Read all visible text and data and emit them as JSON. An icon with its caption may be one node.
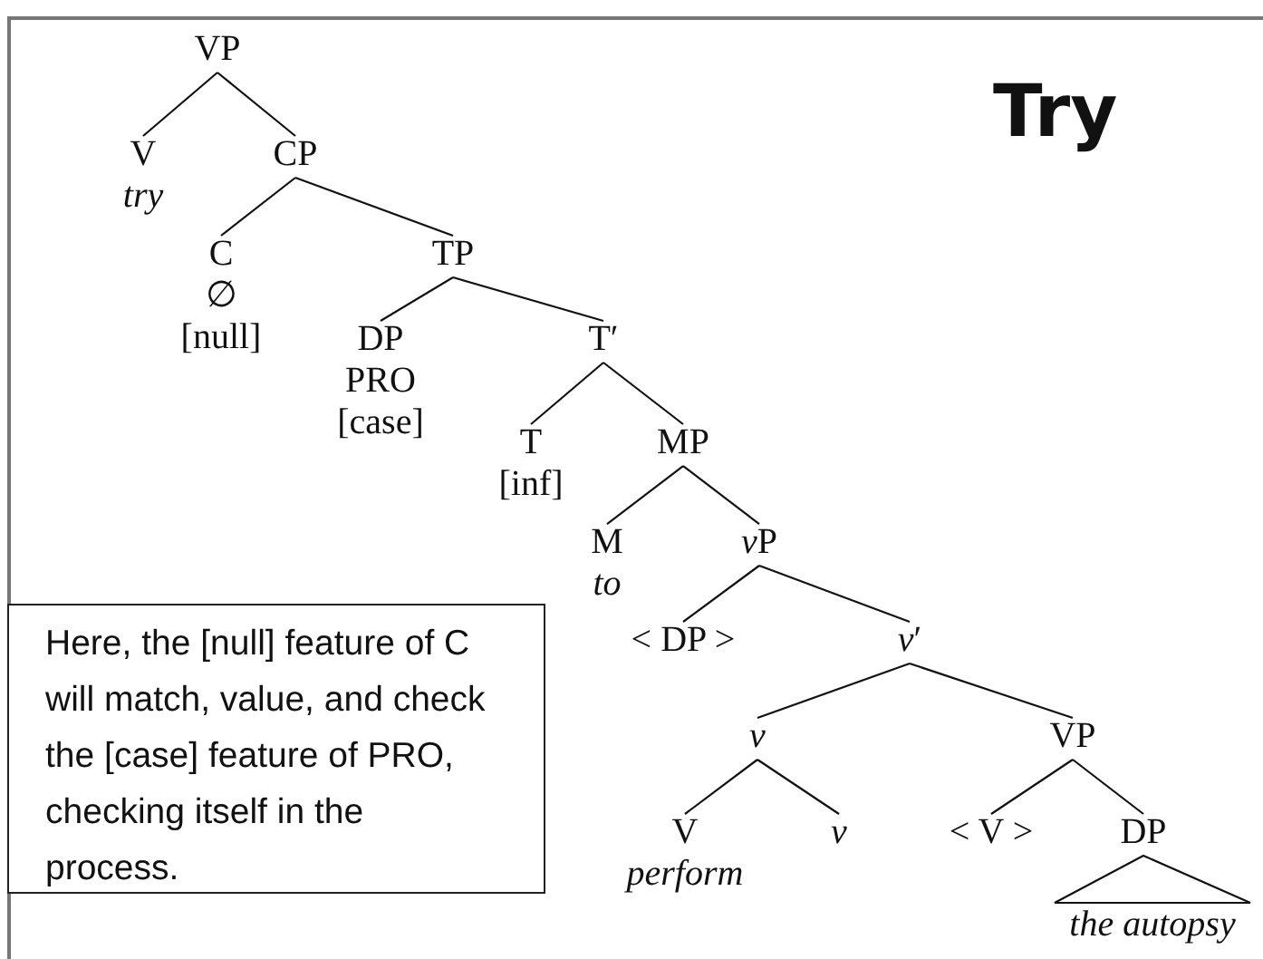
{
  "diagram": {
    "title": "Try",
    "nodes": [
      {
        "text": [
          "VP"
        ]
      },
      {
        "text": [
          "V",
          "try"
        ]
      },
      {
        "text": [
          "CP"
        ]
      },
      {
        "text": [
          "C",
          "∅",
          "[null]"
        ]
      },
      {
        "text": [
          "TP"
        ]
      },
      {
        "text": [
          "DP",
          "PRO",
          "[case]"
        ]
      },
      {
        "text": [
          "T′"
        ]
      },
      {
        "text": [
          "T",
          "[inf]"
        ]
      },
      {
        "text": [
          "MP"
        ]
      },
      {
        "text": [
          "M",
          "to"
        ]
      },
      {
        "text": [
          "vP"
        ]
      },
      {
        "text": [
          "< DP >"
        ]
      },
      {
        "text": [
          "v′"
        ]
      },
      {
        "text": [
          "v"
        ]
      },
      {
        "text": [
          "VP"
        ]
      },
      {
        "text": [
          "V",
          "perform"
        ]
      },
      {
        "text": [
          "v"
        ]
      },
      {
        "text": [
          "< V >"
        ]
      },
      {
        "text": [
          "DP"
        ]
      },
      {
        "text": [
          "the autopsy"
        ]
      },
      {
        "text": [
          "Here, the [null] feature of C will match, value, and check the [case] feature of PRO, checking itself in the process."
        ]
      }
    ],
    "edges": [
      {
        "from": 0,
        "to": 1,
        "arrow": "none"
      },
      {
        "from": 0,
        "to": 2,
        "arrow": "none"
      },
      {
        "from": 2,
        "to": 3,
        "arrow": "none"
      },
      {
        "from": 2,
        "to": 4,
        "arrow": "none"
      },
      {
        "from": 4,
        "to": 5,
        "arrow": "none"
      },
      {
        "from": 4,
        "to": 6,
        "arrow": "none"
      },
      {
        "from": 6,
        "to": 7,
        "arrow": "none"
      },
      {
        "from": 6,
        "to": 8,
        "arrow": "none"
      },
      {
        "from": 8,
        "to": 9,
        "arrow": "none"
      },
      {
        "from": 8,
        "to": 10,
        "arrow": "none"
      },
      {
        "from": 10,
        "to": 11,
        "arrow": "none"
      },
      {
        "from": 10,
        "to": 12,
        "arrow": "none"
      },
      {
        "from": 12,
        "to": 13,
        "arrow": "none"
      },
      {
        "from": 12,
        "to": 14,
        "arrow": "none"
      },
      {
        "from": 13,
        "to": 15,
        "arrow": "none"
      },
      {
        "from": 13,
        "to": 16,
        "arrow": "none"
      },
      {
        "from": 14,
        "to": 17,
        "arrow": "none"
      },
      {
        "from": 14,
        "to": 18,
        "arrow": "none"
      },
      {
        "from": 18,
        "to": 19,
        "arrow": "none"
      }
    ]
  }
}
